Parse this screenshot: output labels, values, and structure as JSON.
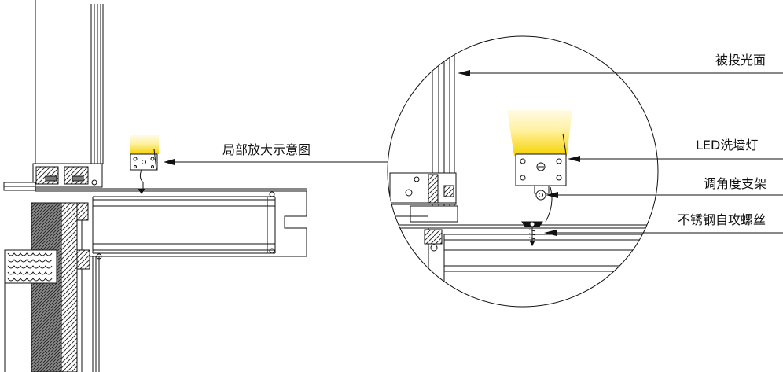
{
  "labels": {
    "detail_callout": "局部放大示意图",
    "illuminated_surface": "被投光面",
    "led_wall_washer": "LED洗墙灯",
    "angle_bracket": "调角度支架",
    "stainless_screw": "不锈钢自攻螺丝"
  },
  "colors": {
    "line": "#111111",
    "light_glow_top": "#fff6c8",
    "light_glow_bottom": "#f7d000",
    "insulation_fill": "#6b6b6b",
    "background": "#ffffff"
  },
  "icons": {
    "led_fixture": "led-wall-washer-icon",
    "screw": "self-tapping-screw-icon",
    "arrowhead": "arrowhead-icon"
  }
}
